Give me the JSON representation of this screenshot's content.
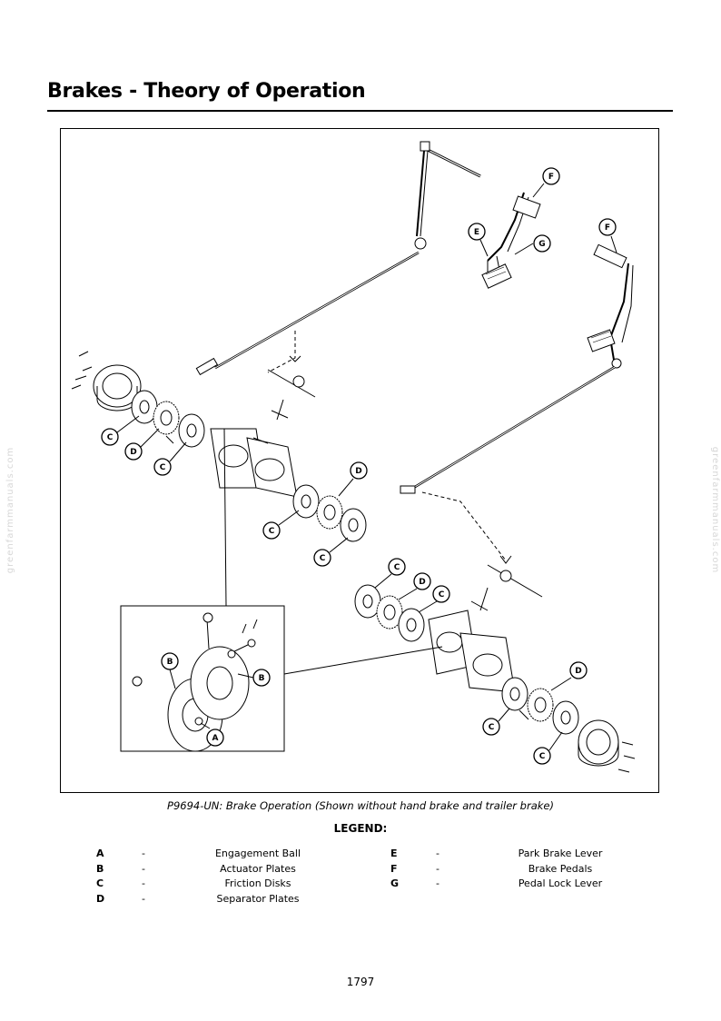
{
  "page": {
    "title": "Brakes - Theory of Operation",
    "caption": "P9694-UN: Brake Operation (Shown without hand brake and trailer brake)",
    "legend_title": "LEGEND:",
    "dash": "-",
    "page_number": "1797",
    "watermark": "greenfarmmanuals.com"
  },
  "legend_left": [
    {
      "key": "A",
      "value": "Engagement Ball"
    },
    {
      "key": "B",
      "value": "Actuator Plates"
    },
    {
      "key": "C",
      "value": "Friction Disks"
    },
    {
      "key": "D",
      "value": "Separator Plates"
    }
  ],
  "legend_right": [
    {
      "key": "E",
      "value": "Park Brake Lever"
    },
    {
      "key": "F",
      "value": "Brake Pedals"
    },
    {
      "key": "G",
      "value": "Pedal Lock Lever"
    }
  ],
  "callouts": {
    "a": "A",
    "b": "B",
    "c": "C",
    "d": "D",
    "e": "E",
    "f": "F",
    "g": "G"
  }
}
